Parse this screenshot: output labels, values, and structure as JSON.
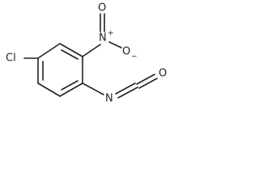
{
  "molecule": {
    "atoms": {
      "cl": "Cl",
      "n_nitro": "N",
      "n_nitro_charge": "+",
      "o_nitro_top": "O",
      "o_nitro_side": "O",
      "o_nitro_side_charge": "−",
      "n_iso": "N",
      "o_iso": "O"
    }
  }
}
